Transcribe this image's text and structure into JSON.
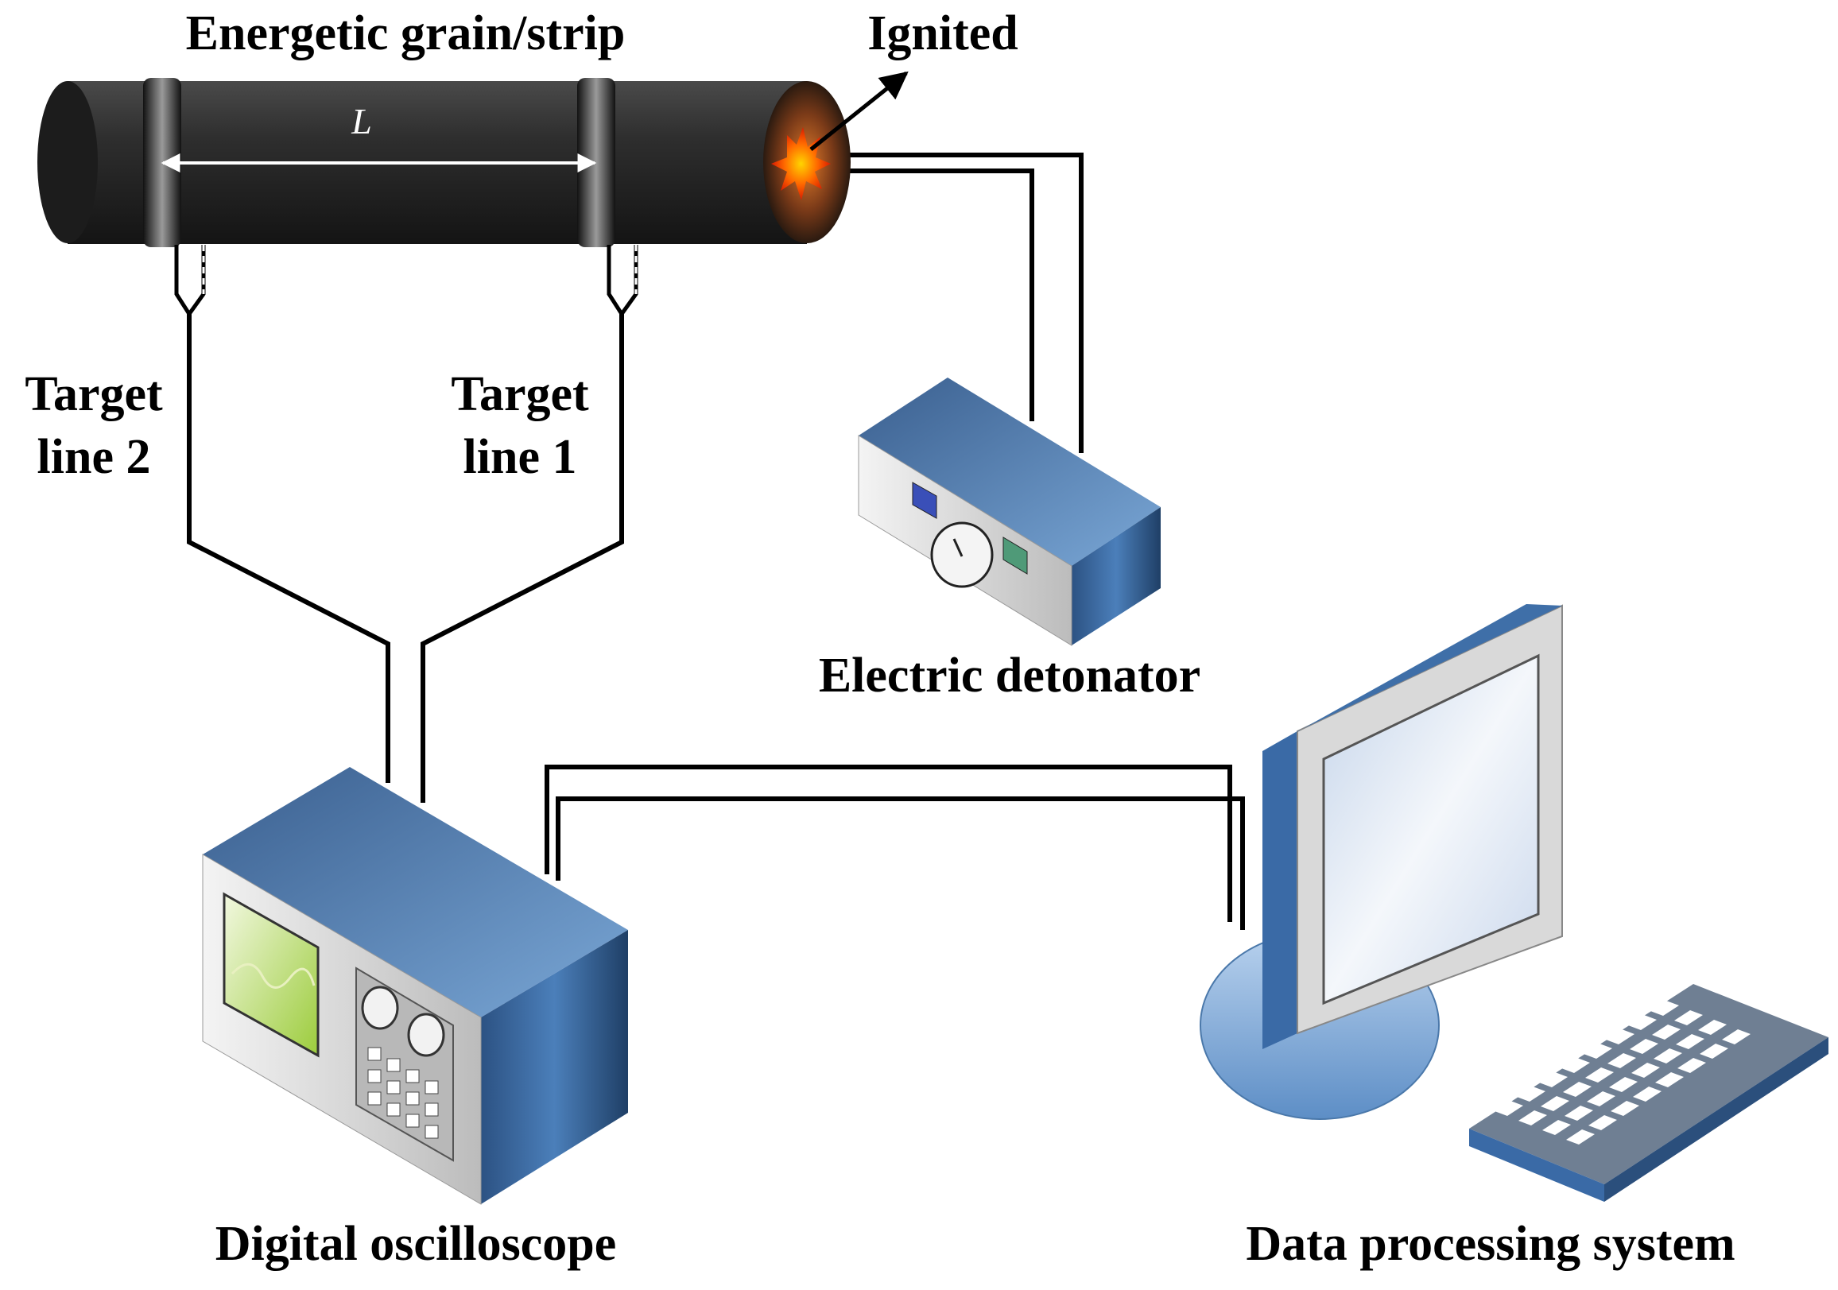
{
  "labels": {
    "grain": "Energetic grain/strip",
    "ignited": "Ignited",
    "length": "L",
    "target2_line1": "Target",
    "target2_line2": "line 2",
    "target1_line1": "Target",
    "target1_line2": "line 1",
    "detonator": "Electric detonator",
    "oscilloscope": "Digital oscilloscope",
    "computer": "Data processing system"
  },
  "colors": {
    "grain_body": "#2b2b2b",
    "device_blue": "#3f6ea6",
    "device_grey": "#d4d4d4",
    "flame_outer": "#ffd400",
    "flame_inner": "#e02000",
    "oscilloscope_screen": "#b6dc6a",
    "monitor_screen": "#dfe8f4"
  }
}
